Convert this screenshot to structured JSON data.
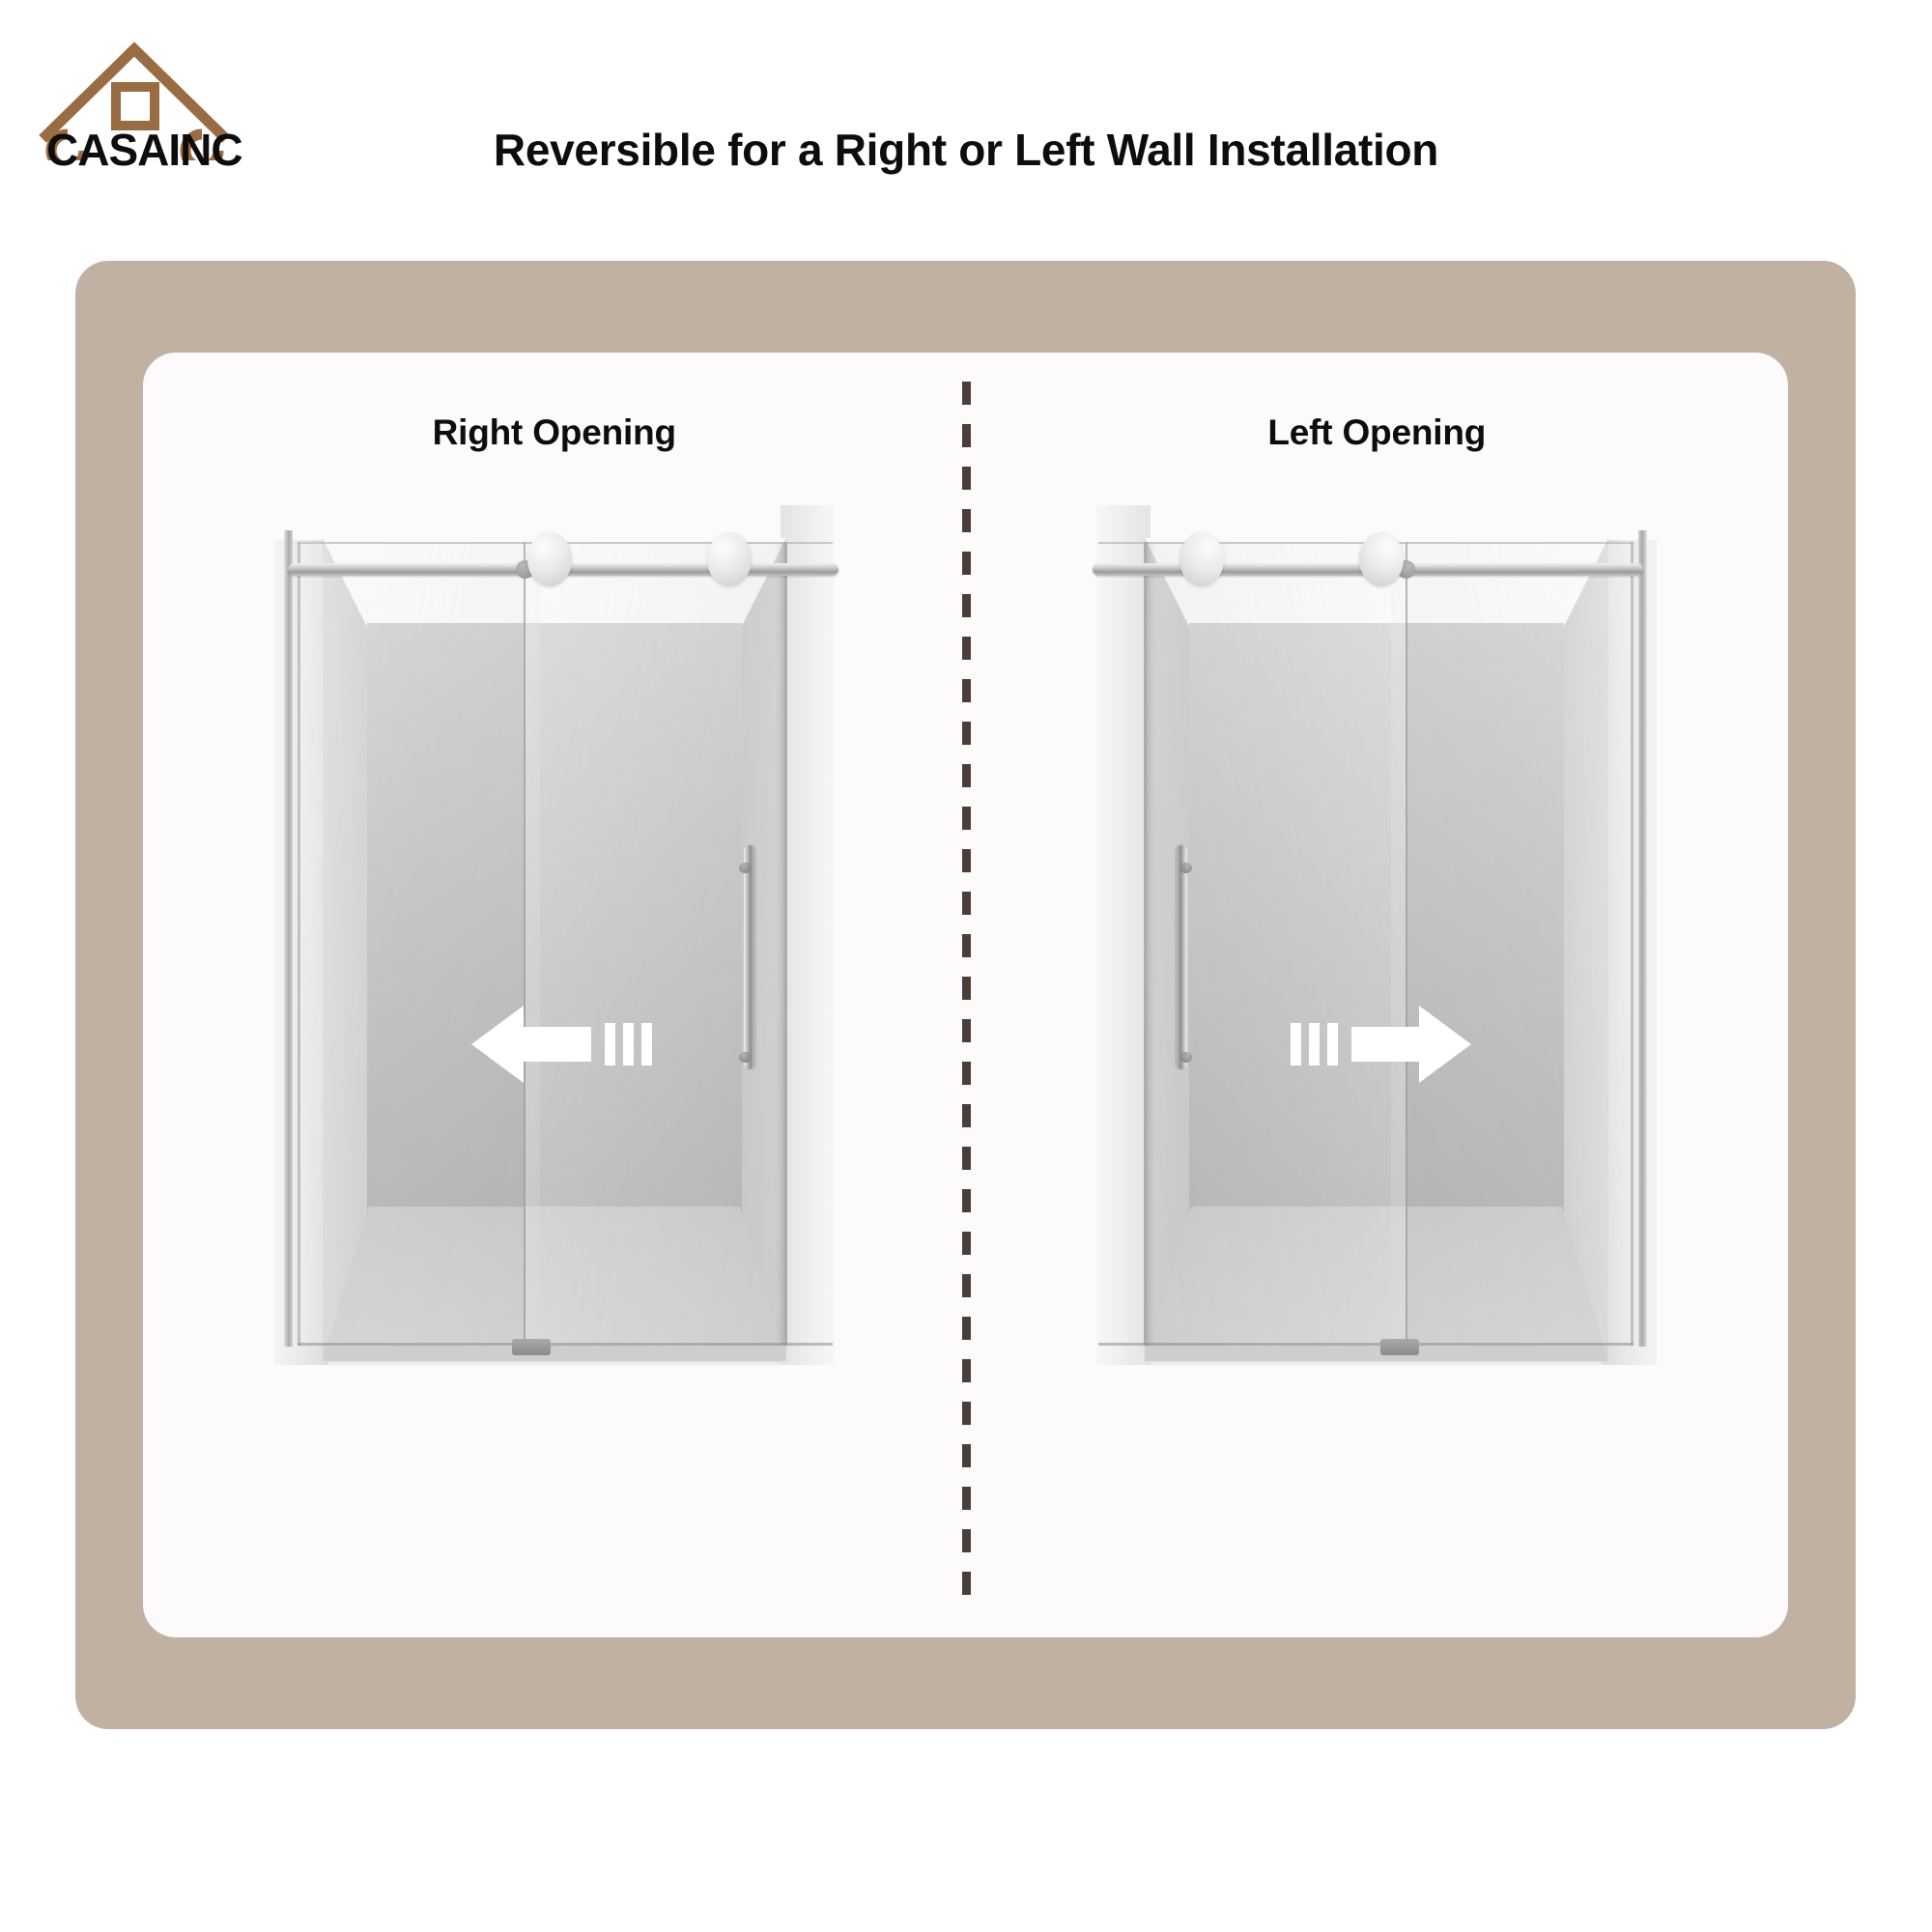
{
  "brand": {
    "logo_text": "CASAINC",
    "logo_icon": "house-roof-icon",
    "logo_color": "#9a6c43",
    "logo_text_color": "#0d0d0d"
  },
  "header": {
    "title": "Reversible for a Right or Left Wall Installation"
  },
  "frame": {
    "outer_color": "#c0b1a3",
    "inner_color": "#fcfafa",
    "divider_color": "#4a3f38",
    "divider_style": "dashed-vertical"
  },
  "panels": [
    {
      "id": "right-opening",
      "label": "Right Opening",
      "arrow_direction": "left",
      "arrow_color": "#ffffff",
      "motion_lines": 3,
      "handle_side": "right",
      "illustration": "sliding-shower-door"
    },
    {
      "id": "left-opening",
      "label": "Left Opening",
      "arrow_direction": "right",
      "arrow_color": "#ffffff",
      "motion_lines": 3,
      "handle_side": "left",
      "illustration": "sliding-shower-door"
    }
  ],
  "product": {
    "type": "frameless-sliding-shower-door",
    "hardware_finish": "brushed-nickel",
    "glass_finish": "clear-tempered"
  }
}
